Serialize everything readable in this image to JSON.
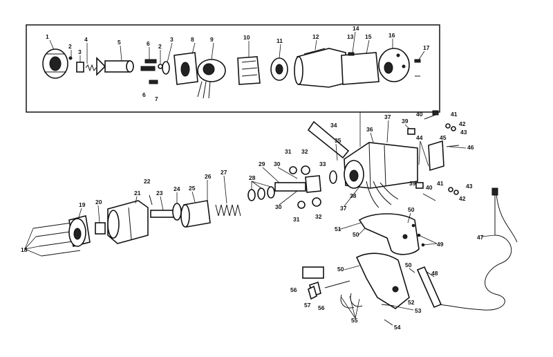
{
  "colors": {
    "ink": "#111111",
    "paper": "#ffffff"
  },
  "callouts": {
    "c1": "1",
    "c2a": "2",
    "c3a": "3",
    "c4": "4",
    "c5": "5",
    "c6a": "6",
    "c2b": "2",
    "c3b": "3",
    "c6b": "6",
    "c7": "7",
    "c8": "8",
    "c9": "9",
    "c10": "10",
    "c11": "11",
    "c12": "12",
    "c13": "13",
    "c14": "14",
    "c15": "15",
    "c16": "16",
    "c17": "17",
    "c18": "18",
    "c19": "19",
    "c20": "20",
    "c21": "21",
    "c22": "22",
    "c23": "23",
    "c24": "24",
    "c25": "25",
    "c26": "26",
    "c27": "27",
    "c28": "28",
    "c29": "29",
    "c30a": "30",
    "c30b": "30",
    "c31a": "31",
    "c31b": "31",
    "c32a": "32",
    "c32b": "32",
    "c33": "33",
    "c34": "34",
    "c35": "35",
    "c36": "36",
    "c37a": "37",
    "c37b": "37",
    "c38": "38",
    "c39a": "39",
    "c39b": "39",
    "c40a": "40",
    "c40b": "40",
    "c41a": "41",
    "c41b": "41",
    "c42a": "42",
    "c42b": "42",
    "c43a": "43",
    "c43b": "43",
    "c44": "44",
    "c45": "45",
    "c46": "46",
    "c47": "47",
    "c48": "48",
    "c49": "49",
    "c50a": "50",
    "c50b": "50",
    "c50c": "50",
    "c50d": "50",
    "c51": "51",
    "c52": "52",
    "c53": "53",
    "c54": "54",
    "c55": "55",
    "c56a": "56",
    "c56b": "56",
    "c57": "57"
  }
}
